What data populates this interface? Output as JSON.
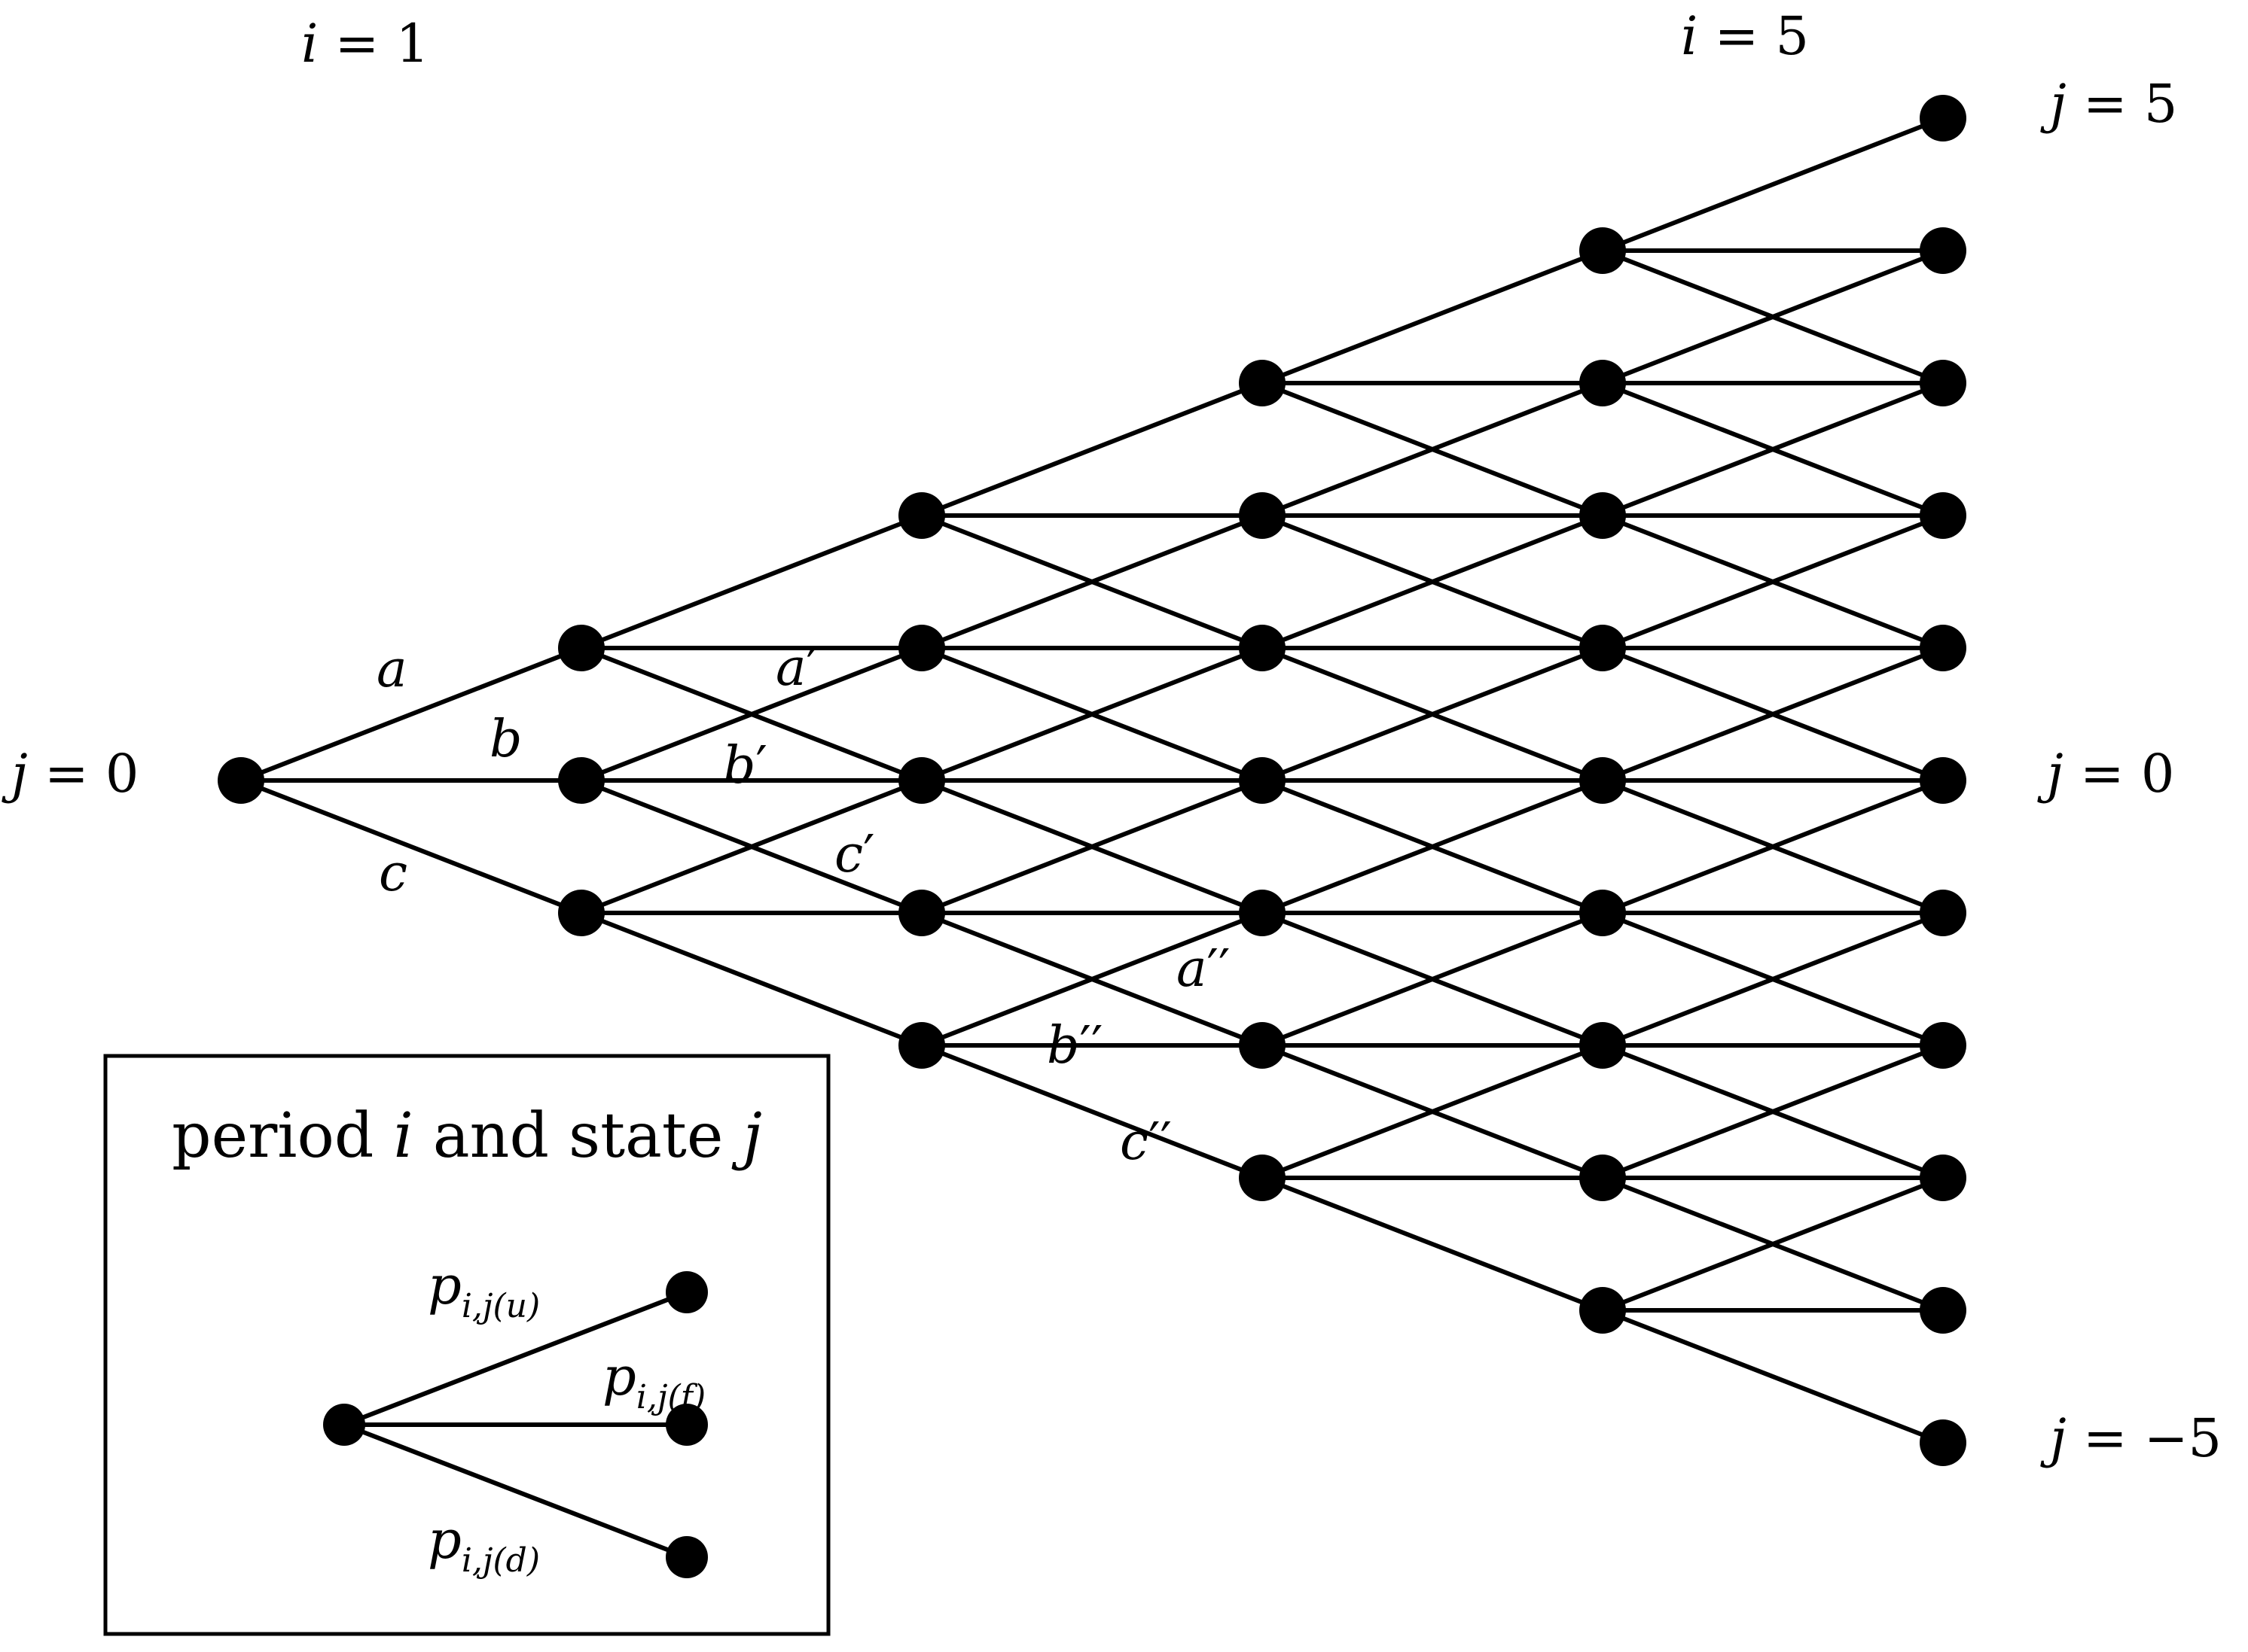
{
  "diagram": {
    "periods": 5,
    "colors": {
      "stroke": "#000000",
      "node": "#000000",
      "background": "#ffffff"
    },
    "column_labels": {
      "first": {
        "var": "i",
        "eq": " = ",
        "value": "1"
      },
      "last": {
        "var": "i",
        "eq": " = ",
        "value": "5"
      }
    },
    "state_labels": {
      "root": {
        "var": "j",
        "eq": " = ",
        "value": "0"
      },
      "top": {
        "var": "j",
        "eq": " = ",
        "value": "5"
      },
      "middle": {
        "var": "j",
        "eq": " = ",
        "value": "0"
      },
      "bottom": {
        "var": "j",
        "eq": " = ",
        "value": "−5"
      }
    },
    "branch_labels": {
      "a": {
        "letter": "a",
        "prime": ""
      },
      "b": {
        "letter": "b",
        "prime": ""
      },
      "c": {
        "letter": "c",
        "prime": ""
      },
      "a1": {
        "letter": "a",
        "prime": "′"
      },
      "b1": {
        "letter": "b",
        "prime": "′"
      },
      "c1": {
        "letter": "c",
        "prime": "′"
      },
      "a2": {
        "letter": "a",
        "prime": "′′"
      },
      "b2": {
        "letter": "b",
        "prime": "′′"
      },
      "c2": {
        "letter": "c",
        "prime": "′′"
      }
    }
  },
  "legend": {
    "title_word1": "period ",
    "title_var1": "i",
    "title_word2": " and state ",
    "title_var2": "j",
    "prob_up": {
      "base": "p",
      "sub": "i,j(u)"
    },
    "prob_flat": {
      "base": "p",
      "sub": "i,j(f)"
    },
    "prob_down": {
      "base": "p",
      "sub": "i,j(d)"
    }
  }
}
